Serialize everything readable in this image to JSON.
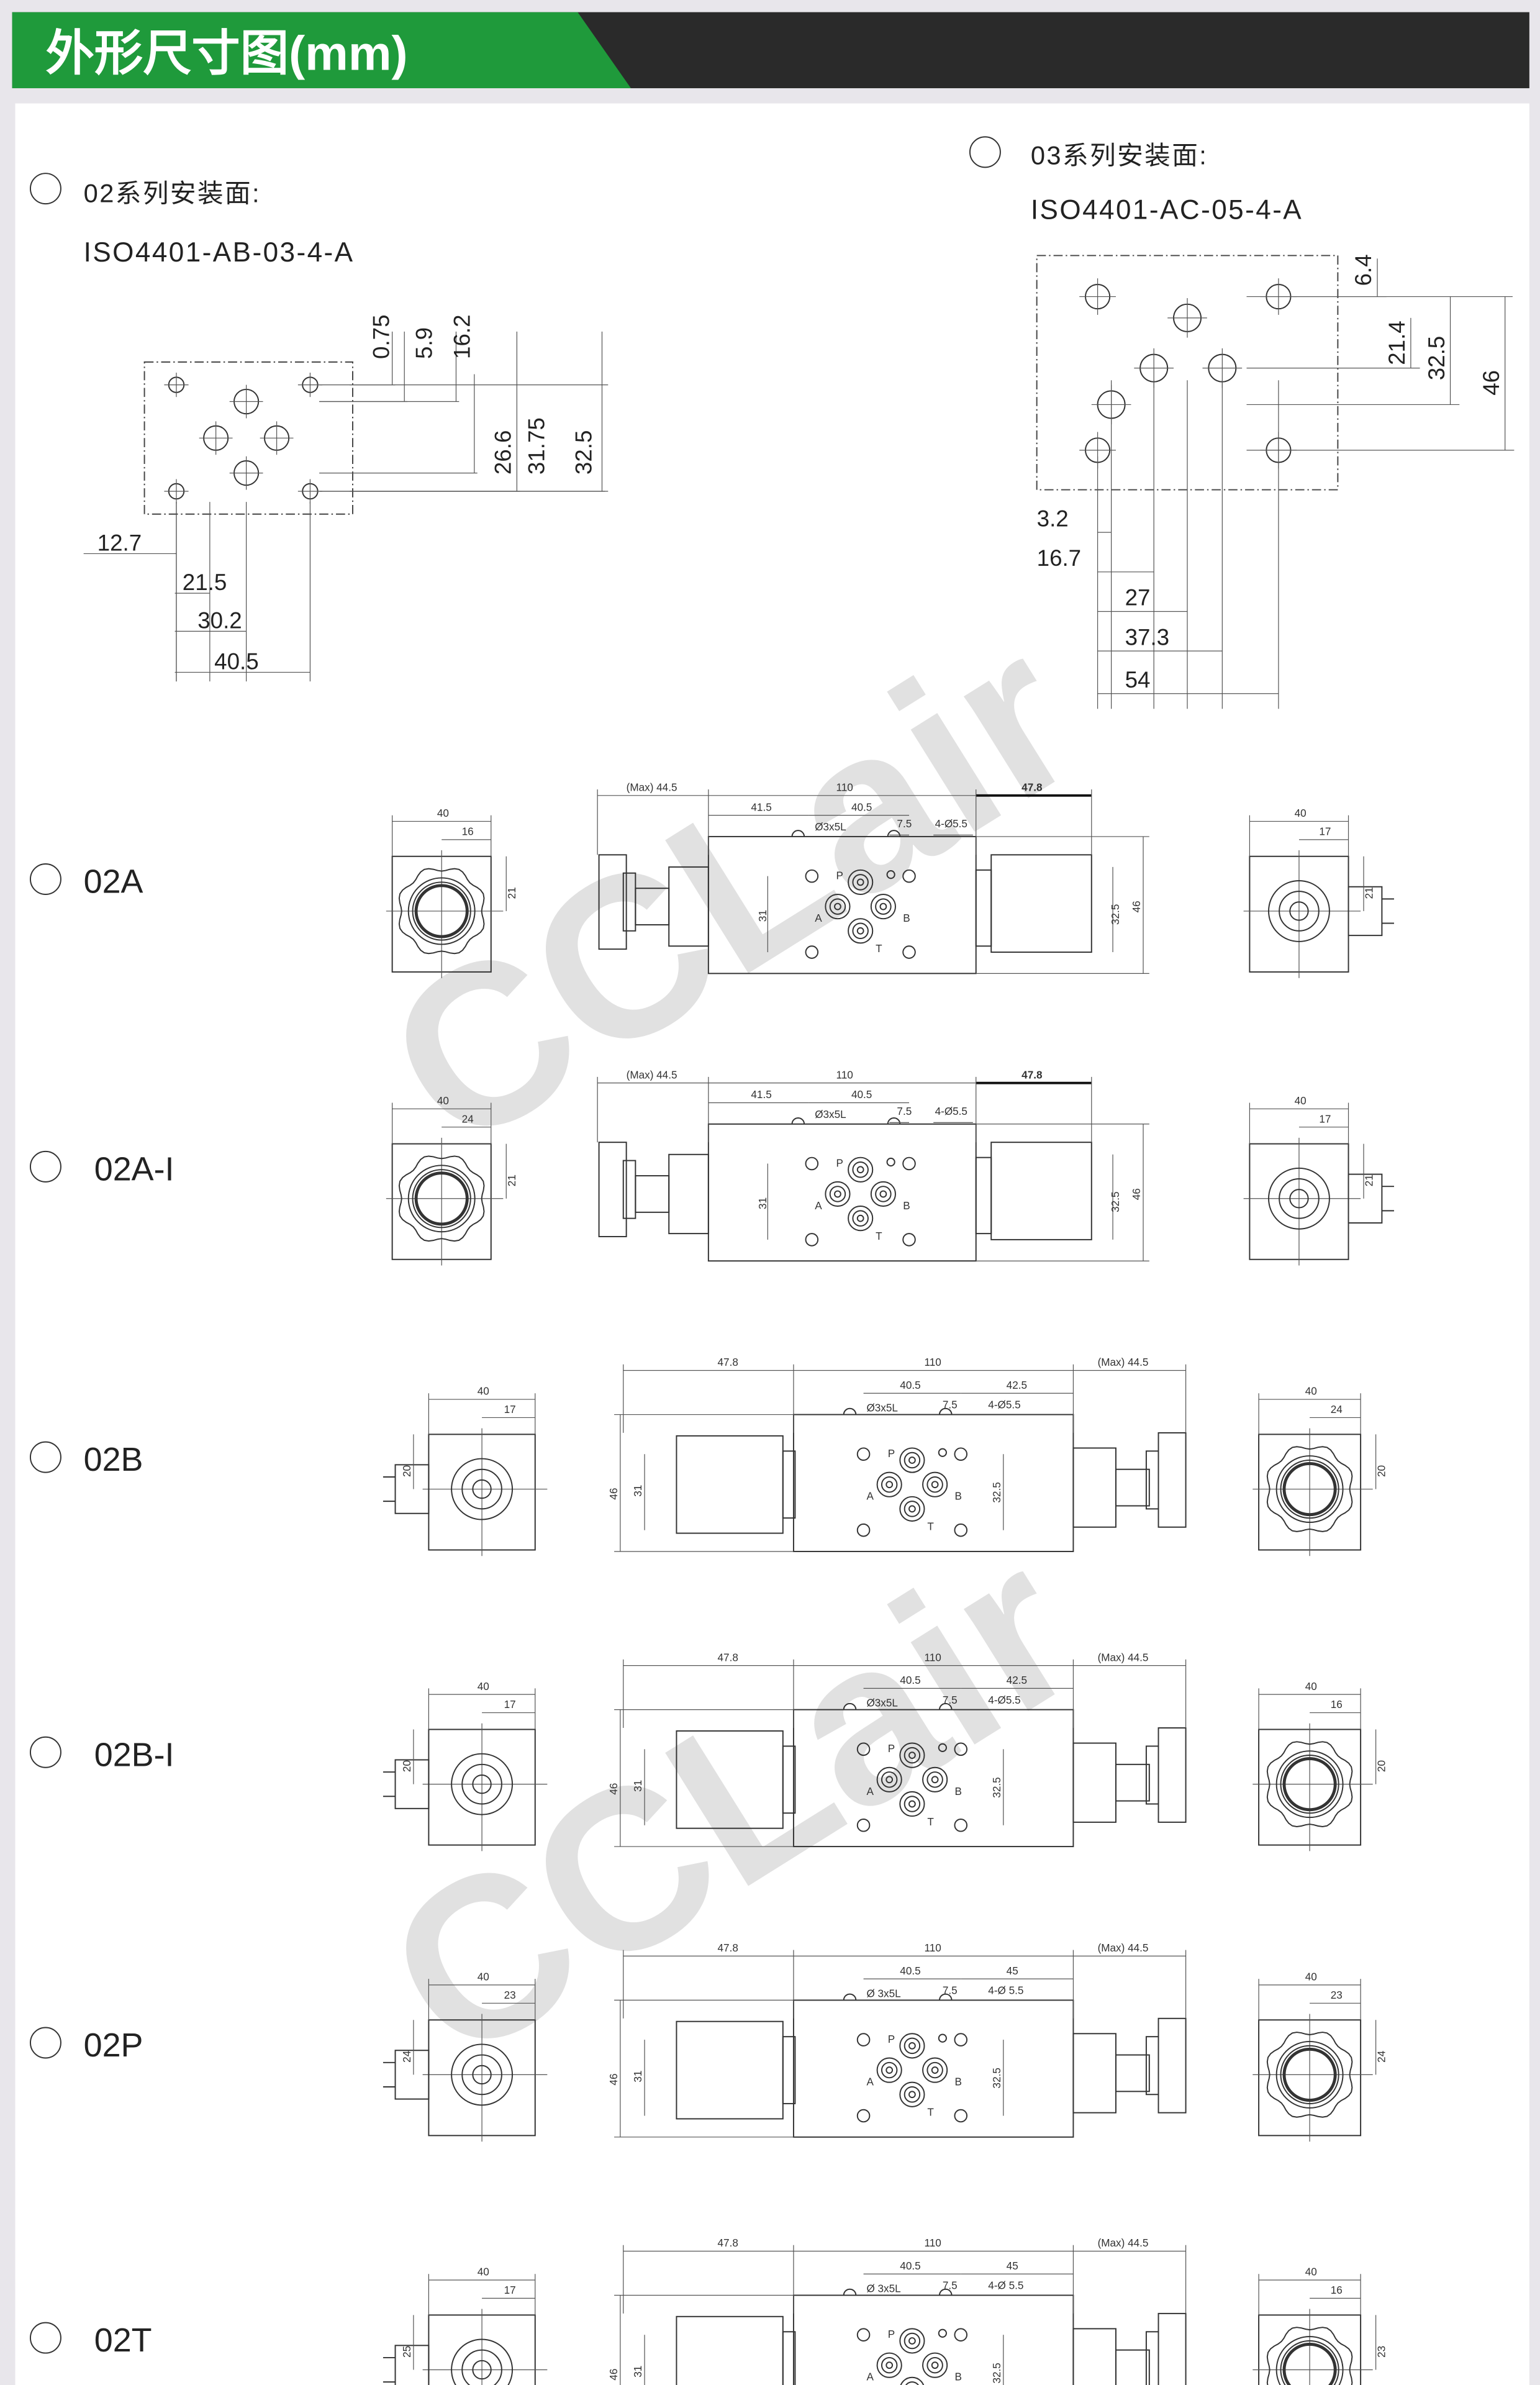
{
  "header": {
    "title": "外形尺寸图(mm)",
    "green": "#1f9a3b",
    "dark": "#2a2a2a"
  },
  "watermark": {
    "text": "CCLair"
  },
  "mounting_02": {
    "title": "02系列安装面:",
    "standard": "ISO4401-AB-03-4-A",
    "vertical_dims": [
      "0.75",
      "5.9",
      "16.2",
      "26.6",
      "31.75",
      "32.5"
    ],
    "horizontal_dims": [
      "12.7",
      "21.5",
      "30.2",
      "40.5"
    ]
  },
  "mounting_03": {
    "title": "03系列安装面:",
    "standard": "ISO4401-AC-05-4-A",
    "vertical_dims": [
      "6.4",
      "21.4",
      "32.5",
      "46"
    ],
    "horizontal_dims": [
      "3.2",
      "16.7",
      "27",
      "37.3",
      "54"
    ]
  },
  "rows": [
    {
      "model": "02A",
      "orientation": "knob-left",
      "left_view": [
        "40",
        "16",
        "21"
      ],
      "main": {
        "overall": [
          "(Max) 44.5",
          "110",
          "47.8"
        ],
        "sub": [
          "41.5",
          "40.5"
        ],
        "notes": [
          "Ø3x5L",
          "7.5",
          "4-Ø5.5"
        ],
        "vertical": [
          "31",
          "32.5",
          "46"
        ]
      },
      "right_view": [
        "40",
        "17",
        "21"
      ]
    },
    {
      "model": "02A-I",
      "orientation": "knob-left",
      "left_view": [
        "40",
        "24",
        "21"
      ],
      "main": {
        "overall": [
          "(Max) 44.5",
          "110",
          "47.8"
        ],
        "sub": [
          "41.5",
          "40.5"
        ],
        "notes": [
          "Ø3x5L",
          "7.5",
          "4-Ø5.5"
        ],
        "vertical": [
          "31",
          "32.5",
          "46"
        ]
      },
      "right_view": [
        "40",
        "17",
        "21"
      ]
    },
    {
      "model": "02B",
      "orientation": "knob-right",
      "left_view": [
        "40",
        "17",
        "20"
      ],
      "main": {
        "overall": [
          "47.8",
          "110",
          "(Max) 44.5"
        ],
        "sub": [
          "40.5",
          "42.5"
        ],
        "notes": [
          "Ø3x5L",
          "7.5",
          "4-Ø5.5"
        ],
        "vertical": [
          "46",
          "31",
          "32.5"
        ]
      },
      "right_view": [
        "40",
        "24",
        "20"
      ]
    },
    {
      "model": "02B-I",
      "orientation": "knob-right",
      "left_view": [
        "40",
        "17",
        "20"
      ],
      "main": {
        "overall": [
          "47.8",
          "110",
          "(Max) 44.5"
        ],
        "sub": [
          "40.5",
          "42.5"
        ],
        "notes": [
          "Ø3x5L",
          "7.5",
          "4-Ø5.5"
        ],
        "vertical": [
          "46",
          "31",
          "32.5"
        ]
      },
      "right_view": [
        "40",
        "16",
        "20"
      ]
    },
    {
      "model": "02P",
      "orientation": "knob-right",
      "left_view": [
        "40",
        "23",
        "24"
      ],
      "main": {
        "overall": [
          "47.8",
          "110",
          "(Max) 44.5"
        ],
        "sub": [
          "40.5",
          "45"
        ],
        "notes": [
          "Ø 3x5L",
          "7.5",
          "4-Ø 5.5"
        ],
        "vertical": [
          "46",
          "31",
          "32.5"
        ]
      },
      "right_view": [
        "40",
        "23",
        "24"
      ]
    },
    {
      "model": "02T",
      "orientation": "knob-right",
      "left_view": [
        "40",
        "17",
        "25"
      ],
      "main": {
        "overall": [
          "47.8",
          "110",
          "(Max) 44.5"
        ],
        "sub": [
          "40.5",
          "45"
        ],
        "notes": [
          "Ø 3x5L",
          "7.5",
          "4-Ø 5.5"
        ],
        "vertical": [
          "46",
          "31",
          "32.5"
        ]
      },
      "right_view": [
        "40",
        "16",
        "23"
      ]
    }
  ],
  "port_labels": [
    "P",
    "A",
    "B",
    "T"
  ]
}
